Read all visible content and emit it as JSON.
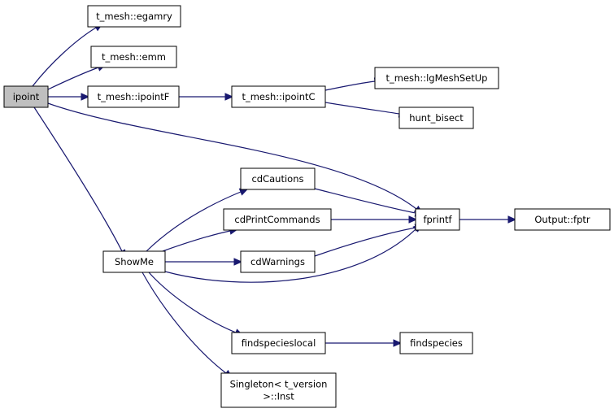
{
  "diagram": {
    "colors": {
      "edge": "#191970",
      "node_border": "#000000",
      "root_fill": "#bfbfbf",
      "node_fill": "#ffffff"
    },
    "nodes": [
      {
        "id": "ipoint",
        "label": "ipoint",
        "root": true
      },
      {
        "id": "egamry",
        "label": "t_mesh::egamry"
      },
      {
        "id": "emm",
        "label": "t_mesh::emm"
      },
      {
        "id": "ipointF",
        "label": "t_mesh::ipointF"
      },
      {
        "id": "ipointC",
        "label": "t_mesh::ipointC"
      },
      {
        "id": "lgMeshSetUp",
        "label": "t_mesh::lgMeshSetUp"
      },
      {
        "id": "hunt_bisect",
        "label": "hunt_bisect"
      },
      {
        "id": "cdCautions",
        "label": "cdCautions"
      },
      {
        "id": "cdPrintCommands",
        "label": "cdPrintCommands"
      },
      {
        "id": "cdWarnings",
        "label": "cdWarnings"
      },
      {
        "id": "fprintf",
        "label": "fprintf"
      },
      {
        "id": "fptr",
        "label": "Output::fptr"
      },
      {
        "id": "ShowMe",
        "label": "ShowMe"
      },
      {
        "id": "findspecieslocal",
        "label": "findspecieslocal"
      },
      {
        "id": "findspecies",
        "label": "findspecies"
      },
      {
        "id": "singleton",
        "label": "Singleton< t_version\n>::Inst"
      }
    ],
    "edges": [
      {
        "from": "ipoint",
        "to": "egamry"
      },
      {
        "from": "ipoint",
        "to": "emm"
      },
      {
        "from": "ipoint",
        "to": "ipointF"
      },
      {
        "from": "ipoint",
        "to": "fprintf"
      },
      {
        "from": "ipoint",
        "to": "ShowMe"
      },
      {
        "from": "ipointF",
        "to": "ipointC"
      },
      {
        "from": "ipointC",
        "to": "lgMeshSetUp"
      },
      {
        "from": "ipointC",
        "to": "hunt_bisect"
      },
      {
        "from": "cdCautions",
        "to": "fprintf"
      },
      {
        "from": "cdPrintCommands",
        "to": "fprintf"
      },
      {
        "from": "cdWarnings",
        "to": "fprintf"
      },
      {
        "from": "fprintf",
        "to": "fptr"
      },
      {
        "from": "ShowMe",
        "to": "cdCautions"
      },
      {
        "from": "ShowMe",
        "to": "cdPrintCommands"
      },
      {
        "from": "ShowMe",
        "to": "cdWarnings"
      },
      {
        "from": "ShowMe",
        "to": "fprintf"
      },
      {
        "from": "ShowMe",
        "to": "findspecieslocal"
      },
      {
        "from": "ShowMe",
        "to": "singleton"
      },
      {
        "from": "findspecieslocal",
        "to": "findspecies"
      }
    ]
  }
}
